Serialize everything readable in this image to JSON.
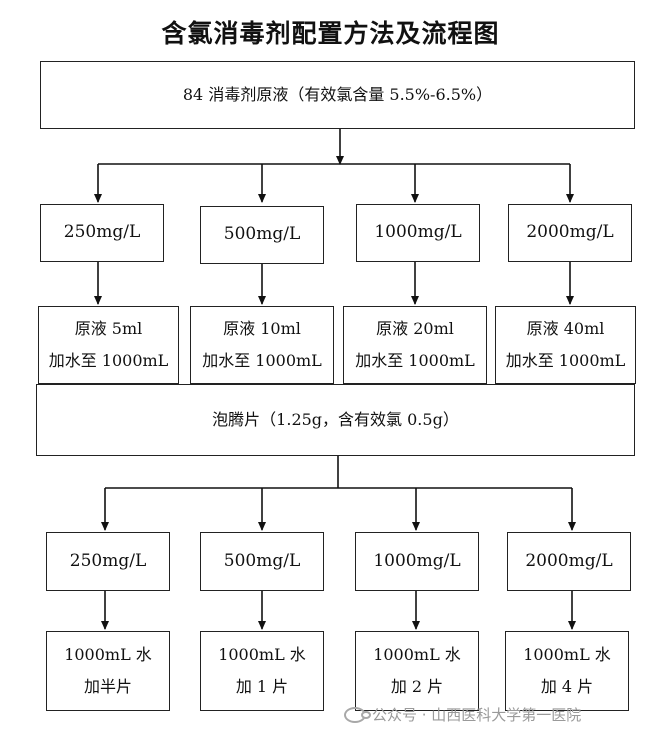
{
  "title": "含氯消毒剂配置方法及流程图",
  "sections": [
    {
      "source": "84 消毒剂原液（有效氯含量 5.5%-6.5%）",
      "items": [
        {
          "concentration": "250mg/L",
          "line1": "原液 5ml",
          "line2": "加水至 1000mL"
        },
        {
          "concentration": "500mg/L",
          "line1": "原液 10ml",
          "line2": "加水至 1000mL"
        },
        {
          "concentration": "1000mg/L",
          "line1": "原液 20ml",
          "line2": "加水至 1000mL"
        },
        {
          "concentration": "2000mg/L",
          "line1": "原液 40ml",
          "line2": "加水至 1000mL"
        }
      ]
    },
    {
      "source": "泡腾片（1.25g，含有效氯 0.5g）",
      "items": [
        {
          "concentration": "250mg/L",
          "line1": "1000mL 水",
          "line2": "加半片"
        },
        {
          "concentration": "500mg/L",
          "line1": "1000mL 水",
          "line2": "加 1 片"
        },
        {
          "concentration": "1000mg/L",
          "line1": "1000mL 水",
          "line2": "加 2 片"
        },
        {
          "concentration": "2000mg/L",
          "line1": "1000mL 水",
          "line2": "加 4 片"
        }
      ]
    }
  ],
  "watermark": {
    "icon": "wechat-icon",
    "text": "公众号 · 山西医科大学第一医院"
  }
}
